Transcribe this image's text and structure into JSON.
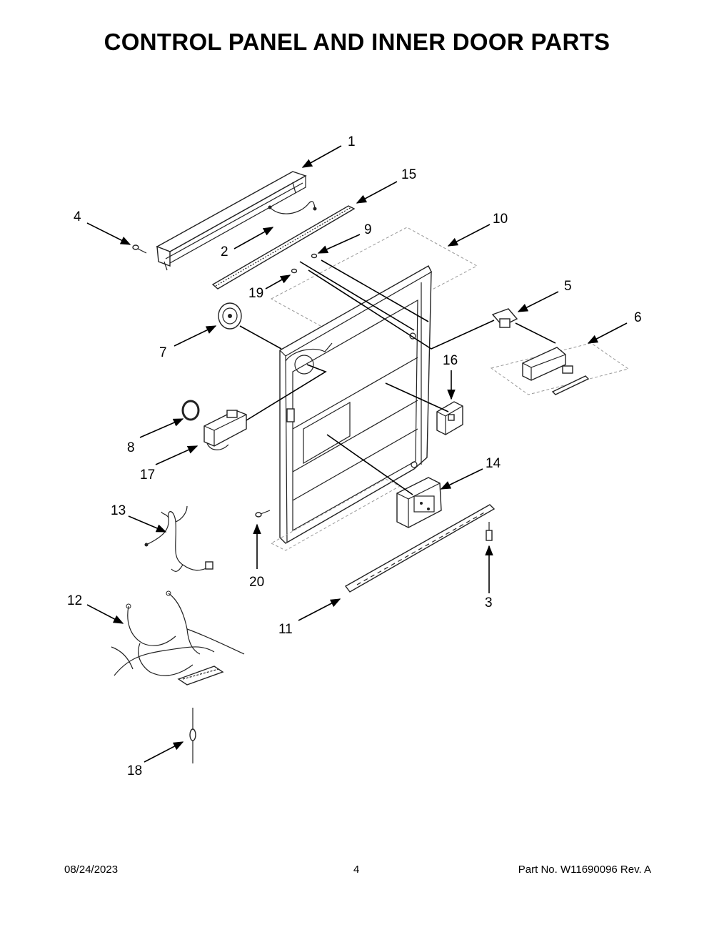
{
  "page": {
    "title": "CONTROL PANEL AND INNER DOOR PARTS"
  },
  "callouts": [
    {
      "id": "c1",
      "label": "1"
    },
    {
      "id": "c2",
      "label": "2"
    },
    {
      "id": "c3",
      "label": "3"
    },
    {
      "id": "c4",
      "label": "4"
    },
    {
      "id": "c5",
      "label": "5"
    },
    {
      "id": "c6",
      "label": "6"
    },
    {
      "id": "c7",
      "label": "7"
    },
    {
      "id": "c8",
      "label": "8"
    },
    {
      "id": "c9",
      "label": "9"
    },
    {
      "id": "c10",
      "label": "10"
    },
    {
      "id": "c11",
      "label": "11"
    },
    {
      "id": "c12",
      "label": "12"
    },
    {
      "id": "c13",
      "label": "13"
    },
    {
      "id": "c14",
      "label": "14"
    },
    {
      "id": "c15",
      "label": "15"
    },
    {
      "id": "c16",
      "label": "16"
    },
    {
      "id": "c17",
      "label": "17"
    },
    {
      "id": "c18",
      "label": "18"
    },
    {
      "id": "c19",
      "label": "19"
    },
    {
      "id": "c20",
      "label": "20"
    }
  ],
  "footer": {
    "date": "08/24/2023",
    "page_number": "4",
    "part_number": "Part No.  W11690096  Rev.  A"
  }
}
